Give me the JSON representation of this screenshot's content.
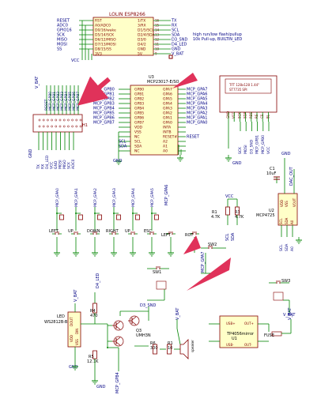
{
  "colors": {
    "wire": "#008400",
    "part": "#840000",
    "net": "#000084",
    "label": "#000000",
    "highlight": "#e0325a"
  },
  "lolin": {
    "title": "LOLIN ESP8266",
    "left_nets": [
      "RESET",
      "ADC0",
      "GPIO16",
      "SCK",
      "MISO",
      "MOSI",
      "SS",
      ""
    ],
    "left_pins": [
      "RST",
      "A0/ADC0",
      "D0/16/wake",
      "D5/14/SCK",
      "D6/12/MISO",
      "D7/13/MOSI",
      "D8/15/SS",
      "3V3"
    ],
    "right_pins": [
      "1/TX",
      "3/RX",
      "D1/5/SCL",
      "D2/4/SDA",
      "D3/0",
      "D4/2",
      "GND",
      "5V"
    ],
    "right_nums": [
      "16",
      "15",
      "14",
      "13",
      "12",
      "11",
      "10",
      "9"
    ],
    "right_nets": [
      "TX",
      "RX",
      "SCL",
      "SDA",
      "D3_SND",
      "D4_LED",
      "GND",
      "V_BAT"
    ],
    "note1": "high run/low flash/pullup",
    "note2": "10k Pull-up, BUILTIN_LED",
    "vcc": "VCC"
  },
  "header": {
    "name": "H1",
    "vbat": "V_BAT",
    "gnd": "GND",
    "top_labels": [
      "RESET",
      "MCP_GPB0",
      "MCP_GPB1",
      "MCP_GPB2",
      "MCP_GPB3",
      "MCP_GPB4",
      "MCP_GPB5",
      "MCP_GPB6",
      "MCP_GPB7"
    ],
    "bottom_labels": [
      "TX",
      "RX",
      "D4_LED",
      "VCC",
      "GND",
      "MOSI",
      "MISO",
      "SCK",
      "ADC0"
    ]
  },
  "mcp": {
    "ref": "U3",
    "part": "MCP23017-E/SO",
    "left_pins": [
      "GPB0",
      "GPB1",
      "GPB2",
      "GPB3",
      "GPB4",
      "GPB5",
      "GPB6",
      "GPB7",
      "VDD",
      "VSS",
      "NC",
      "SCL",
      "SDA",
      "NC"
    ],
    "right_pins": [
      "GPA7",
      "GPA6",
      "GPA5",
      "GPA4",
      "GPA3",
      "GPA2",
      "GPA1",
      "GPA0",
      "INTA",
      "INTB",
      "RESET#",
      "A2",
      "A1",
      "A0"
    ],
    "left_nets": [
      "MCP_GPB0",
      "MCP_GPB1",
      "MCP_GPB2",
      "MCP_GPB3",
      "MCP_GPB4",
      "MCP_GPB5",
      "MCP_GPB6",
      "MCP_GPB7",
      "",
      "",
      "",
      "SCL",
      "SDA",
      ""
    ],
    "right_nets": [
      "MCP_GPA7",
      "MCP_GPA6",
      "MCP_GPA5",
      "MCP_GPA4",
      "MCP_GPA3",
      "MCP_GPA2",
      "MCP_GPA1",
      "MCP_GPA0",
      "",
      "",
      "RESET",
      "",
      "",
      ""
    ],
    "gnd": "GND"
  },
  "tft": {
    "line1": "TFT 128x128 1.44\"",
    "line2": "ST7735 SPI",
    "pins": [
      "GND",
      "VCC",
      "SCK",
      "SDA",
      "RES",
      "RS",
      "CS",
      "BL"
    ],
    "nets": [
      "SCK",
      "MOSI",
      "D3_SND",
      "MCP_GPB1",
      "MCP_GPB0",
      "VCC"
    ],
    "gnd": "GND"
  },
  "dac": {
    "ref": "U2",
    "part": "MCP4725",
    "cap_ref": "C1",
    "cap_val": "10uF",
    "vdd": "VDD",
    "vss": "VSS",
    "pins": [
      "SCL",
      "SDA",
      "A0"
    ],
    "vout": "VOUT",
    "out_net": "DAC_OUT",
    "gnd": "GND",
    "vcc": "VCC"
  },
  "pullups": {
    "r1_ref": "R1",
    "r1_val": "4.7K",
    "r2_ref": "R3",
    "r2_val": "4.7K",
    "nets": [
      "SCL",
      "SDA"
    ],
    "vcc": "VCC"
  },
  "buttons": {
    "nets": [
      "MCP_GPA0",
      "MCP_GPA1",
      "MCP_GPA2",
      "MCP_GPA3",
      "MCP_GPA4",
      "MCP_GPA5"
    ],
    "labels": [
      "LEFT",
      "UP",
      "DOWN",
      "RIGHT",
      "UP",
      "ESC"
    ]
  },
  "circuit": {
    "sw1": "SW1",
    "sw2": "SW2",
    "sw3": "SW3",
    "rot": "ROT",
    "left2": "LEFT",
    "mcp_gpa6": "MCP_GPA6",
    "mcp_gpa7": "MCP_GPA7",
    "vbat": "V_BAT",
    "gnd": "GND",
    "d3_snd": "D3_SND"
  },
  "led": {
    "title1": "LED",
    "title2": "WS2812B-B",
    "ref": "D4_LED",
    "r4_ref": "R4",
    "r4_val": "470",
    "dout": "DOUT",
    "din": "DIN",
    "vdd": "VDD",
    "vss": "VSS",
    "r5_ref": "R5",
    "r5_val": "12.1K",
    "vbat": "V_BAT",
    "gnd": "GND",
    "mcp_gpb4": "MCP_GPB4"
  },
  "amp": {
    "q_ref": "Q3",
    "q_part": "UMH3N",
    "r6_ref": "R6",
    "r6_val": "300",
    "r1_ref": "R1",
    "r1_val": "10",
    "vbat": "V_BAT",
    "speaker": "speaker"
  },
  "charger": {
    "part": "TP4056mirror",
    "ref": "U1",
    "pins_l": [
      "USB+",
      "USB-"
    ],
    "pins_r": [
      "OUT+",
      "OUT-"
    ],
    "fuse": "FUSE",
    "vbat": "V_BAT"
  }
}
